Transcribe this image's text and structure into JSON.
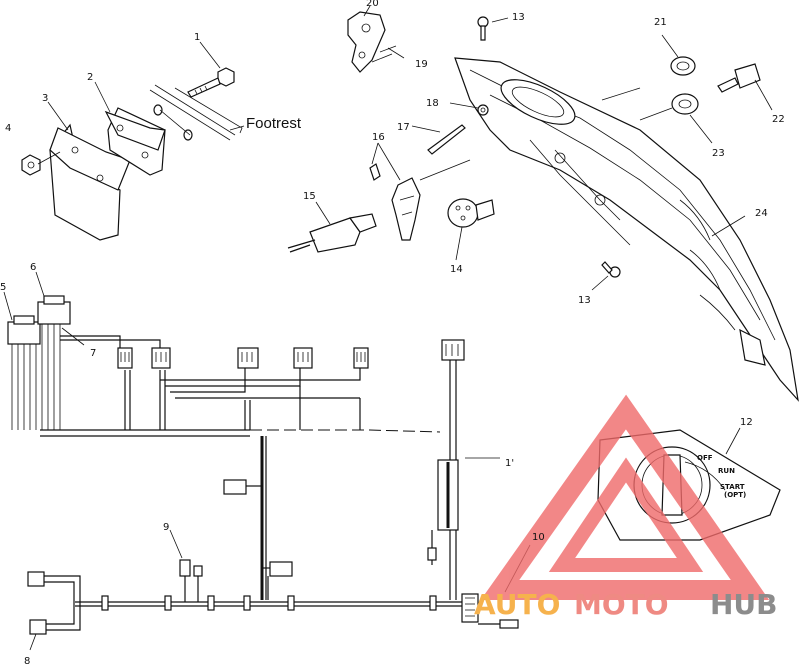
{
  "callouts": [
    {
      "id": "c1",
      "text": "1"
    },
    {
      "id": "c2",
      "text": "2"
    },
    {
      "id": "c3",
      "text": "3"
    },
    {
      "id": "c4",
      "text": "4"
    },
    {
      "id": "c5",
      "text": "5"
    },
    {
      "id": "c6",
      "text": "6"
    },
    {
      "id": "c7",
      "text": "7"
    },
    {
      "id": "c8",
      "text": "8"
    },
    {
      "id": "c9",
      "text": "9"
    },
    {
      "id": "c10",
      "text": "10"
    },
    {
      "id": "c11",
      "text": "1'"
    },
    {
      "id": "c12",
      "text": "12"
    },
    {
      "id": "c13a",
      "text": "13"
    },
    {
      "id": "c13b",
      "text": "13"
    },
    {
      "id": "c14",
      "text": "14"
    },
    {
      "id": "c15",
      "text": "15"
    },
    {
      "id": "c16",
      "text": "16"
    },
    {
      "id": "c17",
      "text": "17"
    },
    {
      "id": "c18",
      "text": "18"
    },
    {
      "id": "c19",
      "text": "19"
    },
    {
      "id": "c20",
      "text": "20"
    },
    {
      "id": "c21",
      "text": "21"
    },
    {
      "id": "c22",
      "text": "22"
    },
    {
      "id": "c23",
      "text": "23"
    },
    {
      "id": "c24",
      "text": "24"
    }
  ],
  "labels": {
    "footrest": "Footrest"
  },
  "switch_positions": {
    "off": "OFF",
    "run": "RUN",
    "start": "START",
    "opt": "(OPT)"
  },
  "watermark": {
    "auto": "AUTO",
    "moto": "MOTO",
    "hub": "HUB",
    "triangle_color": "#f06a6a"
  }
}
